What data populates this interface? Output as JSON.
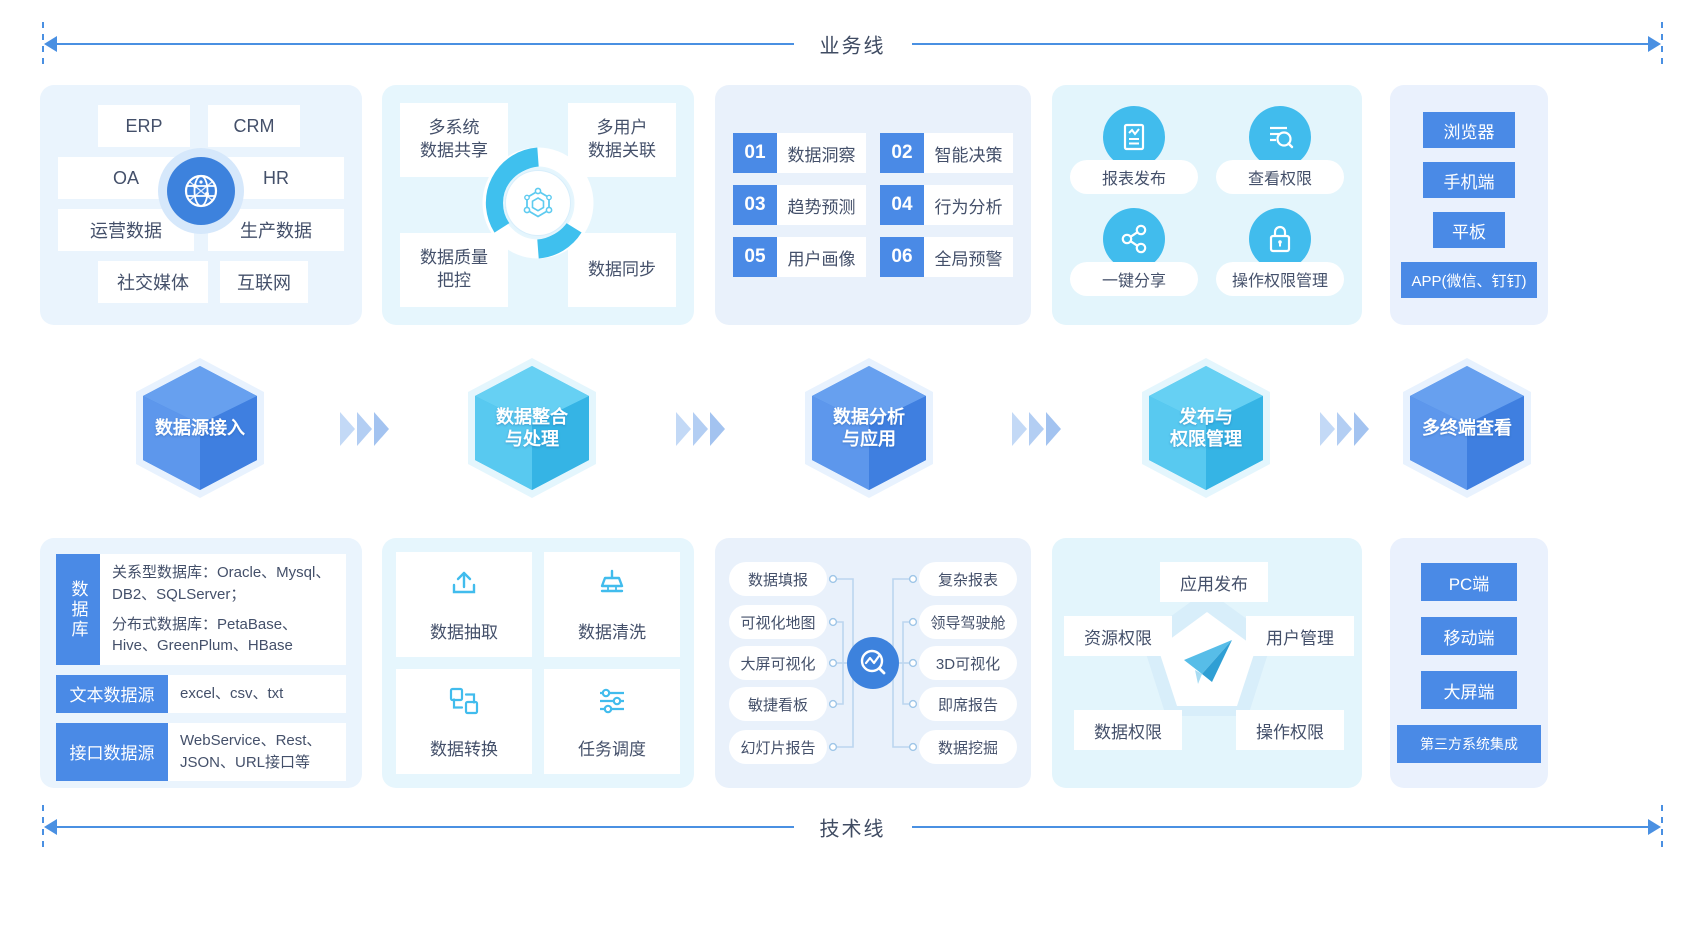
{
  "axes": {
    "top_label": "业务线",
    "bottom_label": "技术线",
    "line_color": "#4a90e2"
  },
  "colors": {
    "blue": "#4a8ae6",
    "deep_blue": "#3d82dd",
    "cyan": "#41bced",
    "panel_bg": "#eaf4fd",
    "text": "#44506a"
  },
  "top_panels": {
    "sources": {
      "hub_icon": "globe-network-icon",
      "items": [
        {
          "label": "ERP"
        },
        {
          "label": "CRM"
        },
        {
          "label": "OA"
        },
        {
          "label": "HR"
        },
        {
          "label": "运营数据"
        },
        {
          "label": "生产数据"
        },
        {
          "label": "社交媒体"
        },
        {
          "label": "互联网"
        }
      ]
    },
    "integration": {
      "hub_icon": "cube-nodes-icon",
      "items": [
        {
          "line1": "多系统",
          "line2": "数据共享"
        },
        {
          "line1": "多用户",
          "line2": "数据关联"
        },
        {
          "line1": "数据质量",
          "line2": "把控"
        },
        {
          "line1": "数据同步",
          "line2": ""
        }
      ]
    },
    "analysis": {
      "items": [
        {
          "num": "01",
          "label": "数据洞察"
        },
        {
          "num": "02",
          "label": "智能决策"
        },
        {
          "num": "03",
          "label": "趋势预测"
        },
        {
          "num": "04",
          "label": "行为分析"
        },
        {
          "num": "05",
          "label": "用户画像"
        },
        {
          "num": "06",
          "label": "全局预警"
        }
      ]
    },
    "publish": {
      "items": [
        {
          "label": "报表发布",
          "icon": "report-document-icon"
        },
        {
          "label": "查看权限",
          "icon": "search-permission-icon"
        },
        {
          "label": "一键分享",
          "icon": "share-icon"
        },
        {
          "label": "操作权限管理",
          "icon": "lock-icon"
        }
      ]
    },
    "terminals": {
      "items": [
        {
          "label": "浏览器"
        },
        {
          "label": "手机端"
        },
        {
          "label": "平板"
        },
        {
          "label": "APP(微信、钉钉)"
        }
      ]
    }
  },
  "stages": [
    {
      "line1": "数据源接入",
      "line2": "",
      "tone": "blue"
    },
    {
      "line1": "数据整合",
      "line2": "与处理",
      "tone": "cyan"
    },
    {
      "line1": "数据分析",
      "line2": "与应用",
      "tone": "blue"
    },
    {
      "line1": "发布与",
      "line2": "权限管理",
      "tone": "cyan"
    },
    {
      "line1": "多终端查看",
      "line2": "",
      "tone": "blue"
    }
  ],
  "bottom_panels": {
    "datasource": {
      "rows": [
        {
          "key": "数据库",
          "vertical": true,
          "values": [
            "关系型数据库：Oracle、Mysql、DB2、SQLServer；",
            "分布式数据库：PetaBase、Hive、GreenPlum、HBase"
          ]
        },
        {
          "key": "文本数据源",
          "vertical": false,
          "values": [
            "excel、csv、txt"
          ]
        },
        {
          "key": "接口数据源",
          "vertical": false,
          "values": [
            "WebService、Rest、JSON、URL接口等"
          ]
        }
      ]
    },
    "etl": {
      "items": [
        {
          "label": "数据抽取",
          "icon": "upload-box-icon"
        },
        {
          "label": "数据清洗",
          "icon": "broom-icon"
        },
        {
          "label": "数据转换",
          "icon": "transform-icon"
        },
        {
          "label": "任务调度",
          "icon": "sliders-icon"
        }
      ]
    },
    "applications": {
      "hub_icon": "analytics-search-icon",
      "left": [
        "数据填报",
        "可视化地图",
        "大屏可视化",
        "敏捷看板",
        "幻灯片报告"
      ],
      "right": [
        "复杂报表",
        "领导驾驶舱",
        "3D可视化",
        "即席报告",
        "数据挖掘"
      ]
    },
    "permissions": {
      "center_icon": "paper-plane-icon",
      "items": [
        {
          "label": "应用发布",
          "pos": "top"
        },
        {
          "label": "资源权限",
          "pos": "left"
        },
        {
          "label": "用户管理",
          "pos": "right"
        },
        {
          "label": "数据权限",
          "pos": "bottom-left"
        },
        {
          "label": "操作权限",
          "pos": "bottom-right"
        }
      ]
    },
    "terminals2": {
      "items": [
        {
          "label": "PC端"
        },
        {
          "label": "移动端"
        },
        {
          "label": "大屏端"
        },
        {
          "label": "第三方系统集成"
        }
      ]
    }
  }
}
